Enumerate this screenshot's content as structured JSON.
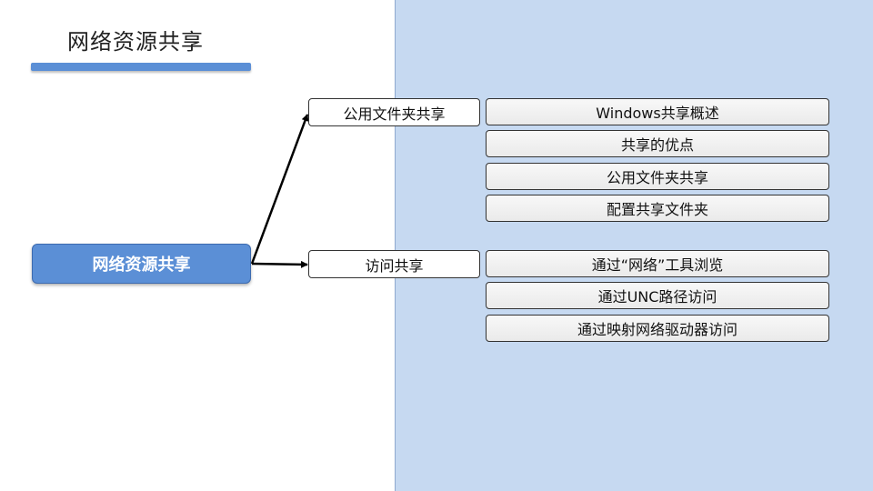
{
  "slide": {
    "title": "网络资源共享"
  },
  "diagram": {
    "root": "网络资源共享",
    "branches": [
      {
        "label": "公用文件夹共享",
        "items": [
          "Windows共享概述",
          "共享的优点",
          "公用文件夹共享",
          "配置共享文件夹"
        ]
      },
      {
        "label": "访问共享",
        "items": [
          "通过“网络”工具浏览",
          "通过UNC路径访问",
          "通过映射网络驱动器访问"
        ]
      }
    ]
  },
  "colors": {
    "accent": "#5b8fd6",
    "panel": "#c6d9f1"
  }
}
